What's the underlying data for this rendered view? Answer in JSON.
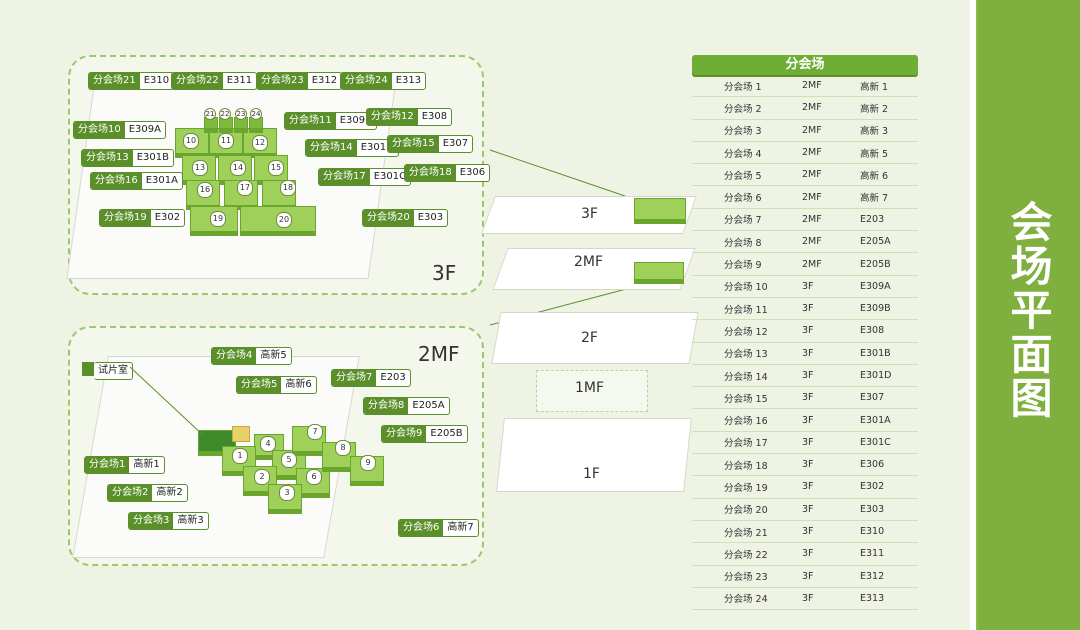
{
  "sidebar": {
    "title": "会场平面图"
  },
  "table": {
    "title": "分会场",
    "rows": [
      [
        "分会场 1",
        "2MF",
        "高新 1"
      ],
      [
        "分会场 2",
        "2MF",
        "高新 2"
      ],
      [
        "分会场 3",
        "2MF",
        "高新 3"
      ],
      [
        "分会场 4",
        "2MF",
        "高新 5"
      ],
      [
        "分会场 5",
        "2MF",
        "高新 6"
      ],
      [
        "分会场 6",
        "2MF",
        "高新 7"
      ],
      [
        "分会场 7",
        "2MF",
        "E203"
      ],
      [
        "分会场 8",
        "2MF",
        "E205A"
      ],
      [
        "分会场 9",
        "2MF",
        "E205B"
      ],
      [
        "分会场 10",
        "3F",
        "E309A"
      ],
      [
        "分会场 11",
        "3F",
        "E309B"
      ],
      [
        "分会场 12",
        "3F",
        "E308"
      ],
      [
        "分会场 13",
        "3F",
        "E301B"
      ],
      [
        "分会场 14",
        "3F",
        "E301D"
      ],
      [
        "分会场 15",
        "3F",
        "E307"
      ],
      [
        "分会场 16",
        "3F",
        "E301A"
      ],
      [
        "分会场 17",
        "3F",
        "E301C"
      ],
      [
        "分会场 18",
        "3F",
        "E306"
      ],
      [
        "分会场 19",
        "3F",
        "E302"
      ],
      [
        "分会场 20",
        "3F",
        "E303"
      ],
      [
        "分会场 21",
        "3F",
        "E310"
      ],
      [
        "分会场 22",
        "3F",
        "E311"
      ],
      [
        "分会场 23",
        "3F",
        "E312"
      ],
      [
        "分会场 24",
        "3F",
        "E313"
      ]
    ]
  },
  "floor3": {
    "label": "3F",
    "tags": [
      {
        "n": "分会场21",
        "v": "E310"
      },
      {
        "n": "分会场22",
        "v": "E311"
      },
      {
        "n": "分会场23",
        "v": "E312"
      },
      {
        "n": "分会场24",
        "v": "E313"
      },
      {
        "n": "分会场11",
        "v": "E309B"
      },
      {
        "n": "分会场12",
        "v": "E308"
      },
      {
        "n": "分会场10",
        "v": "E309A"
      },
      {
        "n": "分会场14",
        "v": "E301D"
      },
      {
        "n": "分会场15",
        "v": "E307"
      },
      {
        "n": "分会场13",
        "v": "E301B"
      },
      {
        "n": "分会场16",
        "v": "E301A"
      },
      {
        "n": "分会场17",
        "v": "E301C"
      },
      {
        "n": "分会场18",
        "v": "E306"
      },
      {
        "n": "分会场19",
        "v": "E302"
      },
      {
        "n": "分会场20",
        "v": "E303"
      }
    ],
    "numbers": [
      "10",
      "11",
      "12",
      "13",
      "14",
      "15",
      "16",
      "17",
      "18",
      "19",
      "20",
      "21",
      "22",
      "23",
      "24"
    ]
  },
  "floor2": {
    "label": "2MF",
    "screening": "试片室",
    "tags": [
      {
        "n": "分会场4",
        "v": "高新5"
      },
      {
        "n": "分会场5",
        "v": "高新6"
      },
      {
        "n": "分会场7",
        "v": "E203"
      },
      {
        "n": "分会场8",
        "v": "E205A"
      },
      {
        "n": "分会场9",
        "v": "E205B"
      },
      {
        "n": "分会场1",
        "v": "高新1"
      },
      {
        "n": "分会场2",
        "v": "高新2"
      },
      {
        "n": "分会场3",
        "v": "高新3"
      },
      {
        "n": "分会场6",
        "v": "高新7"
      }
    ],
    "numbers": [
      "1",
      "2",
      "3",
      "4",
      "5",
      "6",
      "7",
      "8",
      "9"
    ]
  },
  "stack": {
    "labels": [
      "3F",
      "2MF",
      "2F",
      "1MF",
      "1F"
    ]
  }
}
